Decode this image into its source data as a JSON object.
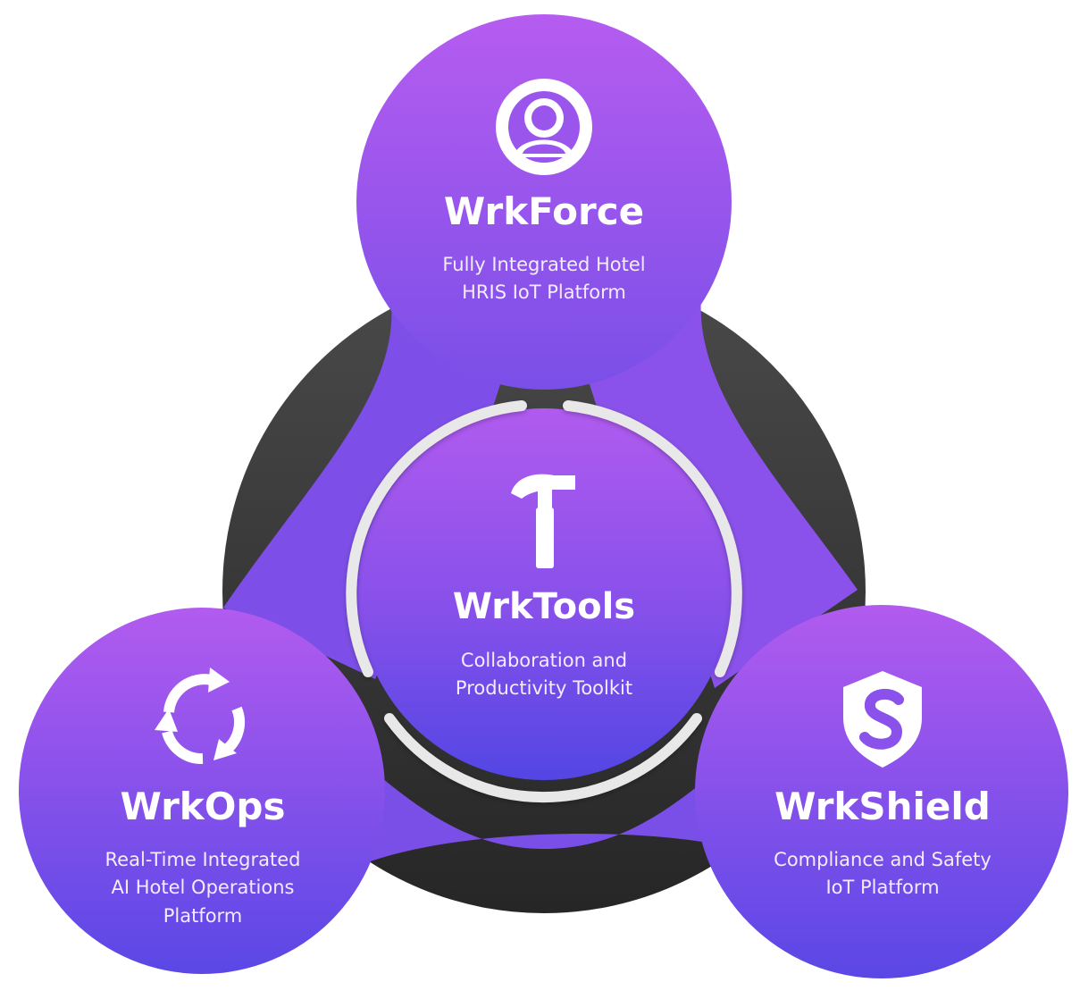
{
  "diagram": {
    "center": {
      "title": "WrkTools",
      "subtitle_lines": [
        "Collaboration and",
        "Productivity Toolkit"
      ],
      "icon": "hammer-icon"
    },
    "top": {
      "title": "WrkForce",
      "subtitle_lines": [
        "Fully Integrated Hotel",
        "HRIS IoT Platform"
      ],
      "icon": "user-circle-icon"
    },
    "left": {
      "title": "WrkOps",
      "subtitle_lines": [
        "Real-Time Integrated",
        "AI Hotel Operations",
        "Platform"
      ],
      "icon": "recycle-arrows-icon"
    },
    "right": {
      "title": "WrkShield",
      "subtitle_lines": [
        "Compliance and Safety",
        "IoT Platform"
      ],
      "icon": "shield-s-icon"
    }
  },
  "colors": {
    "purple_light": "#b25bef",
    "purple_mid": "#8a52ea",
    "indigo": "#4f46e5",
    "dark_ring": "#3f3f3f",
    "ring_outline": "#e6e6e6",
    "text": "#ffffff"
  }
}
